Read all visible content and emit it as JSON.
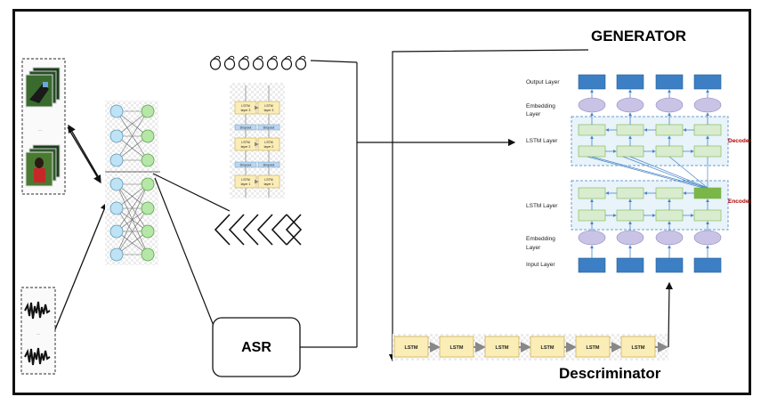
{
  "generator_title": "GENERATOR",
  "discriminator_title": "Descriminator",
  "asr_label": "ASR",
  "dots_text": "...",
  "generator_layers": {
    "output": "Output Layer",
    "embedding_out": [
      "Embedding",
      "Layer"
    ],
    "lstm_decoder": "LSTM Layer",
    "decoder": "Decoder",
    "lstm_encoder": "LSTM Layer",
    "encoder": "Encoder",
    "embedding_in": [
      "Embedding",
      "Layer"
    ],
    "input": "Input Layer"
  },
  "stack_labels": {
    "lstm_layer_3": [
      "LSTM",
      "layer 3"
    ],
    "lstm_layer_2": [
      "LSTM",
      "layer 2"
    ],
    "lstm_layer_1": [
      "LSTM",
      "layer 1"
    ],
    "dropout": "Dropout"
  },
  "discriminator_cells": [
    "LSTM",
    "LSTM",
    "LSTM",
    "LSTM",
    "LSTM",
    "LSTM"
  ],
  "colors": {
    "input_node": "#bfe3f4",
    "hidden_node": "#b6e6a8",
    "lstm_cell": "#d9eccf",
    "embedding": "#c9c3e6",
    "io_box": "#3c7fc4",
    "encoder_state": "#7ab648",
    "disc_cell": "#fbedb6",
    "red_label": "#b00000"
  },
  "icons": [
    "video-frames-icon",
    "audio-waveform-icon",
    "neural-network-icon",
    "spiral-sequence-icon",
    "chevron-sequence-icon"
  ]
}
